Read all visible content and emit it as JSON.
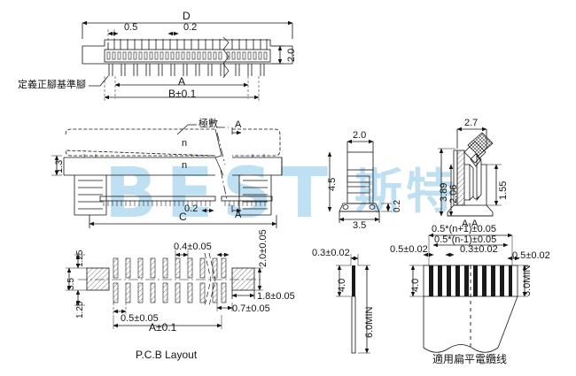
{
  "document": {
    "type": "engineering-drawing",
    "subject": "FFC/FPC connector 0.5mm pitch — mechanical outline drawing",
    "background_color": "#ffffff",
    "line_color": "#141414",
    "watermark": {
      "text_latin": "BEST",
      "text_cjk": "斯特",
      "color": "#bfe0f2"
    }
  },
  "views": {
    "top_view": {
      "name": "top-view",
      "dimensions": {
        "overall_d": "D",
        "pitch": "0.5",
        "pin_width": "0.2",
        "height_right": "2.0",
        "span_a": "A",
        "span_b": "B±0.1"
      },
      "callout_note": "定義正腳基準腳"
    },
    "front_view": {
      "name": "front-view",
      "labels": {
        "poles_note": "極數",
        "poles_symbol_top": "n",
        "poles_symbol_body": "n",
        "section_mark_top": "A",
        "section_mark_bottom": "A"
      },
      "dimensions": {
        "height_1_3": "1.3",
        "pin_width": "0.2",
        "span_c": "C"
      }
    },
    "side_view": {
      "name": "side-view",
      "dimensions": {
        "top_width": "2.0",
        "total_height": "4.5",
        "base_width": "3.5",
        "foot_gap": "0.2"
      }
    },
    "section_aa": {
      "name": "section-a-a",
      "caption": "A-A",
      "dimensions": {
        "width_2_7": "2.7",
        "height_3_89": "3.89",
        "height_2_06": "2.06",
        "height_1_55": "1.55"
      }
    },
    "pcb_layout": {
      "name": "pcb-layout",
      "caption": "P.C.B Layout",
      "dimensions": {
        "top_offset": "1.25",
        "bottom_offset": "1.25",
        "total_height": "3.5",
        "pad_width": "0.4±0.05",
        "pitch": "0.5±0.05",
        "span_a": "A±0.1",
        "mount_pad_height": "2.0±0.05",
        "mount_pad_width": "1.8±0.05",
        "edge_offset": "0.7±0.05"
      }
    },
    "ffc_cable": {
      "name": "ffc-cable",
      "caption": "適用扁平電纜线",
      "thin_view": {
        "thickness": "0.3±0.02",
        "contact_len": "4.0",
        "min_len": "6.0MIN"
      },
      "wide_view": {
        "pitch_outer": "0.5*(n+1)±0.05",
        "pitch_inner": "0.5*(n-1)±0.05",
        "edge_left": "0.5±0.02",
        "conductor_width": "0.3±0.02",
        "edge_right": "0.5±0.02",
        "contact_len": "4.0",
        "min_len": "3.0MIN"
      }
    }
  }
}
